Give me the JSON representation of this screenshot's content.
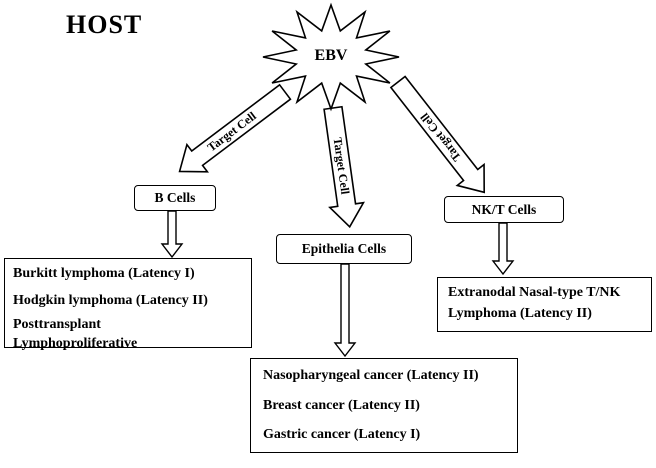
{
  "diagram": {
    "host_label": "HOST",
    "virus_label": "EBV",
    "arrow_labels": {
      "to_b_cells": "Target Cell",
      "to_epithelia": "Target Cell",
      "to_nkt": "Target Cell"
    },
    "cells": {
      "b_cells": "B Cells",
      "epithelia": "Epithelia Cells",
      "nkt": "NK/T Cells"
    },
    "diseases": {
      "b_cells": [
        "Burkitt lymphoma (Latency I)",
        "Hodgkin lymphoma (Latency II)",
        "Posttransplant",
        "Lymphoproliferative"
      ],
      "epithelia": [
        "Nasopharyngeal cancer (Latency II)",
        "Breast cancer (Latency II)",
        "Gastric cancer (Latency I)"
      ],
      "nkt": [
        "Extranodal Nasal-type T/NK",
        "Lymphoma (Latency II)"
      ]
    },
    "colors": {
      "ink": "#000000",
      "background": "#ffffff"
    }
  }
}
